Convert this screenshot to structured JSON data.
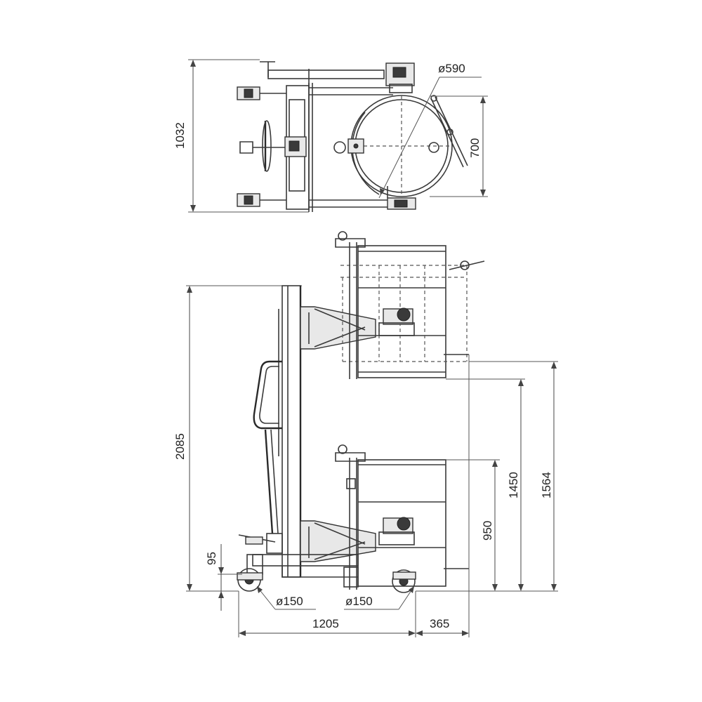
{
  "top_view": {
    "dim_overall_depth": "1032",
    "dim_drum_diameter": "ø590",
    "dim_drum_frame": "700"
  },
  "side_view": {
    "dim_total_height": "2085",
    "dim_raised_1564": "1564",
    "dim_raised_1450": "1450",
    "dim_lowered_950": "950",
    "dim_wheel_offset": "95",
    "dim_rear_wheel": "ø150",
    "dim_front_wheel": "ø150",
    "dim_overall_length": "1205",
    "dim_front_overhang": "365"
  }
}
